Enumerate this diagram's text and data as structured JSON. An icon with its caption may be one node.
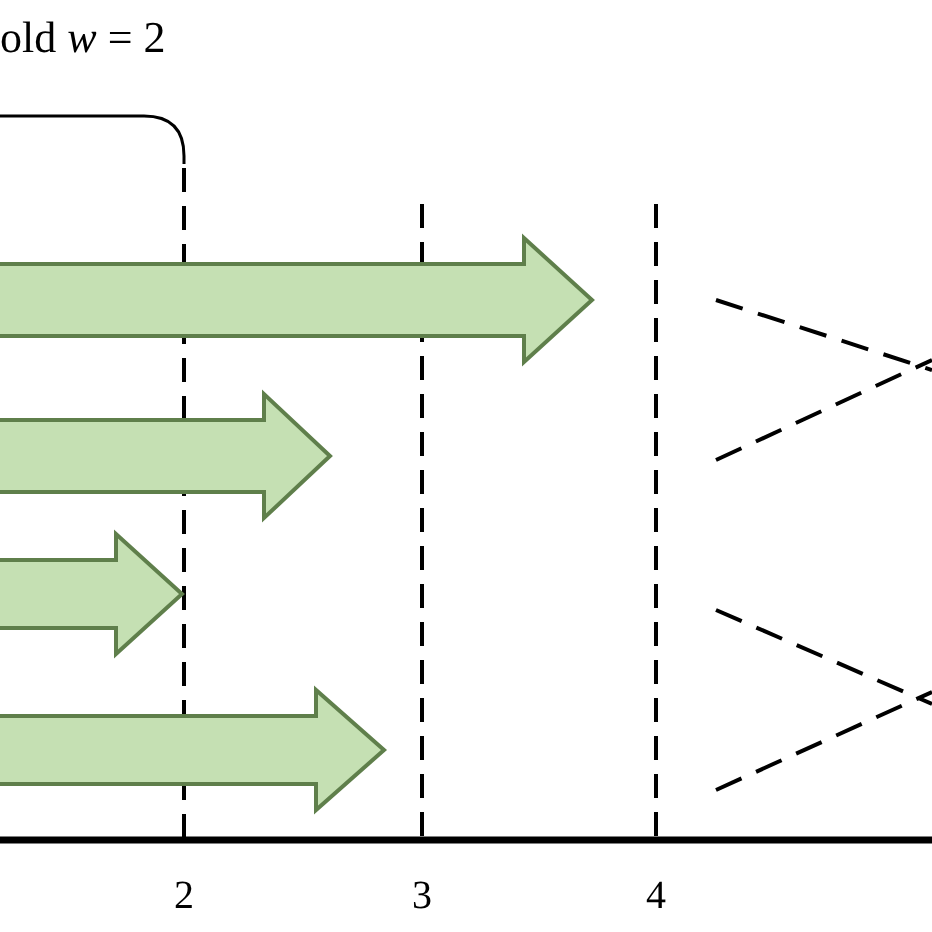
{
  "diagram": {
    "labels": [
      "old *w* = 2",
      "2",
      "3",
      "4"
    ]
  }
}
